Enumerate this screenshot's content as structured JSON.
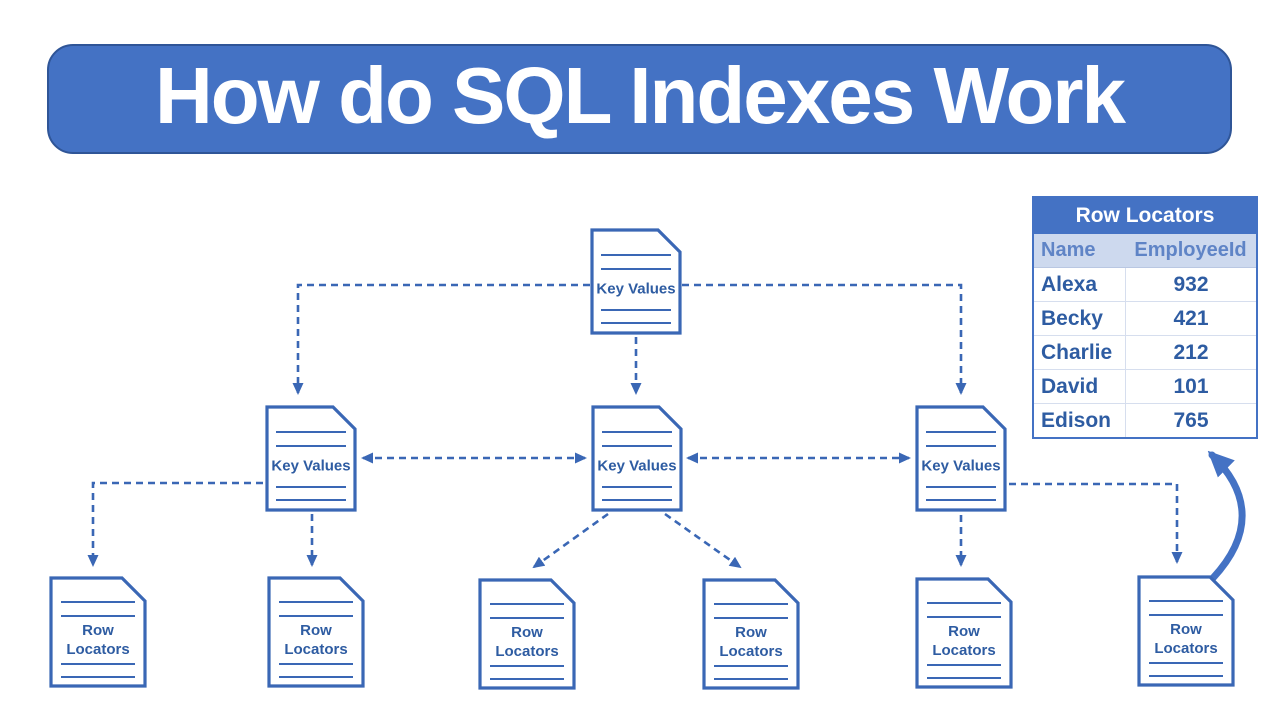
{
  "title": "How do SQL Indexes Work",
  "diagram": {
    "description": "B-tree index structure: root key values node pointing to intermediate key values nodes pointing to row locator leaf pages",
    "node_labels": {
      "key_values": "Key Values",
      "row_locators": "Row Locators"
    }
  },
  "row_locators_table": {
    "title": "Row Locators",
    "columns": [
      "Name",
      "EmployeeId"
    ],
    "rows": [
      {
        "name": "Alexa",
        "employee_id": "932"
      },
      {
        "name": "Becky",
        "employee_id": "421"
      },
      {
        "name": "Charlie",
        "employee_id": "212"
      },
      {
        "name": "David",
        "employee_id": "101"
      },
      {
        "name": "Edison",
        "employee_id": "765"
      }
    ]
  },
  "colors": {
    "primary_blue": "#4472C4",
    "banner_border": "#2F5597",
    "shape_stroke": "#3A67B5",
    "text_blue": "#2E5CA2",
    "subheader_bg": "#CDD9EE",
    "subheader_text": "#5F84C6"
  }
}
